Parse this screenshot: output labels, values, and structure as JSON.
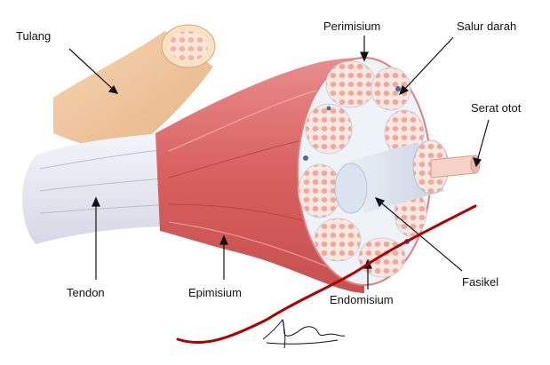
{
  "labels": {
    "tulang": "Tulang",
    "perimisium": "Perimisium",
    "salur_darah": "Salur darah",
    "serat_otot": "Serat otot",
    "tendon": "Tendon",
    "epimisium": "Epimisium",
    "fasikel": "Fasikel",
    "endomisium": "Endomisium"
  },
  "signature_text": "Eryani Ibrani",
  "colors": {
    "bone": "#f2c9a0",
    "muscle": "#d9686a",
    "tendon": "#e4e6ee",
    "fascicle_fill": "#f7d6cf",
    "annotation_red": "#b00000"
  }
}
